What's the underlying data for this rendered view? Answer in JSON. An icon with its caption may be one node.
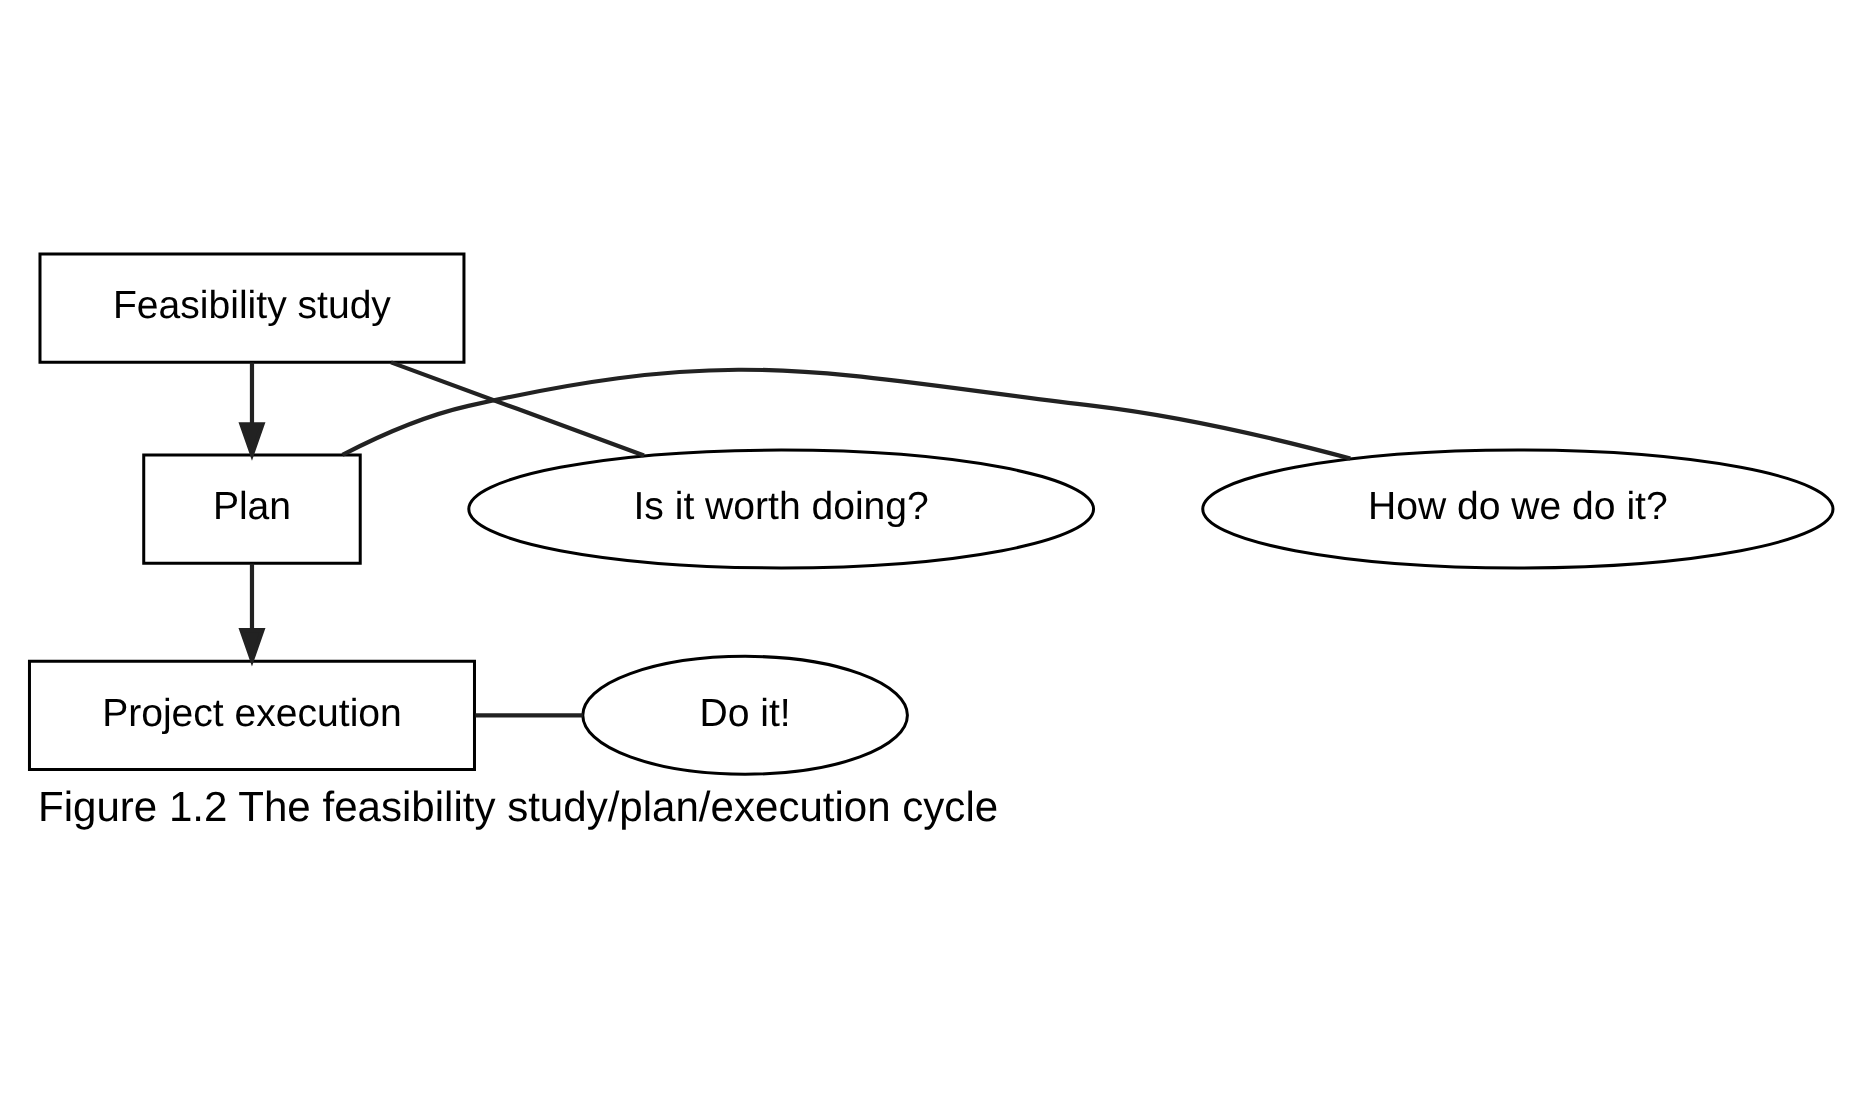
{
  "diagram": {
    "caption": "Figure 1.2 The feasibility study/plan/execution cycle",
    "nodes": [
      {
        "text": [
          "Feasibility study"
        ]
      },
      {
        "text": [
          "Is it worth doing?"
        ]
      },
      {
        "text": [
          "Plan"
        ]
      },
      {
        "text": [
          "How do we do it?"
        ]
      },
      {
        "text": [
          "Project execution"
        ]
      },
      {
        "text": [
          "Do it!"
        ]
      }
    ],
    "edges": [
      {
        "from": 0,
        "to": 2,
        "arrow": "to"
      },
      {
        "from": 2,
        "to": 4,
        "arrow": "to"
      },
      {
        "from": 1,
        "to": 0,
        "arrow": "none"
      },
      {
        "from": 3,
        "to": 2,
        "arrow": "none"
      },
      {
        "from": 5,
        "to": 4,
        "arrow": "none"
      }
    ]
  }
}
